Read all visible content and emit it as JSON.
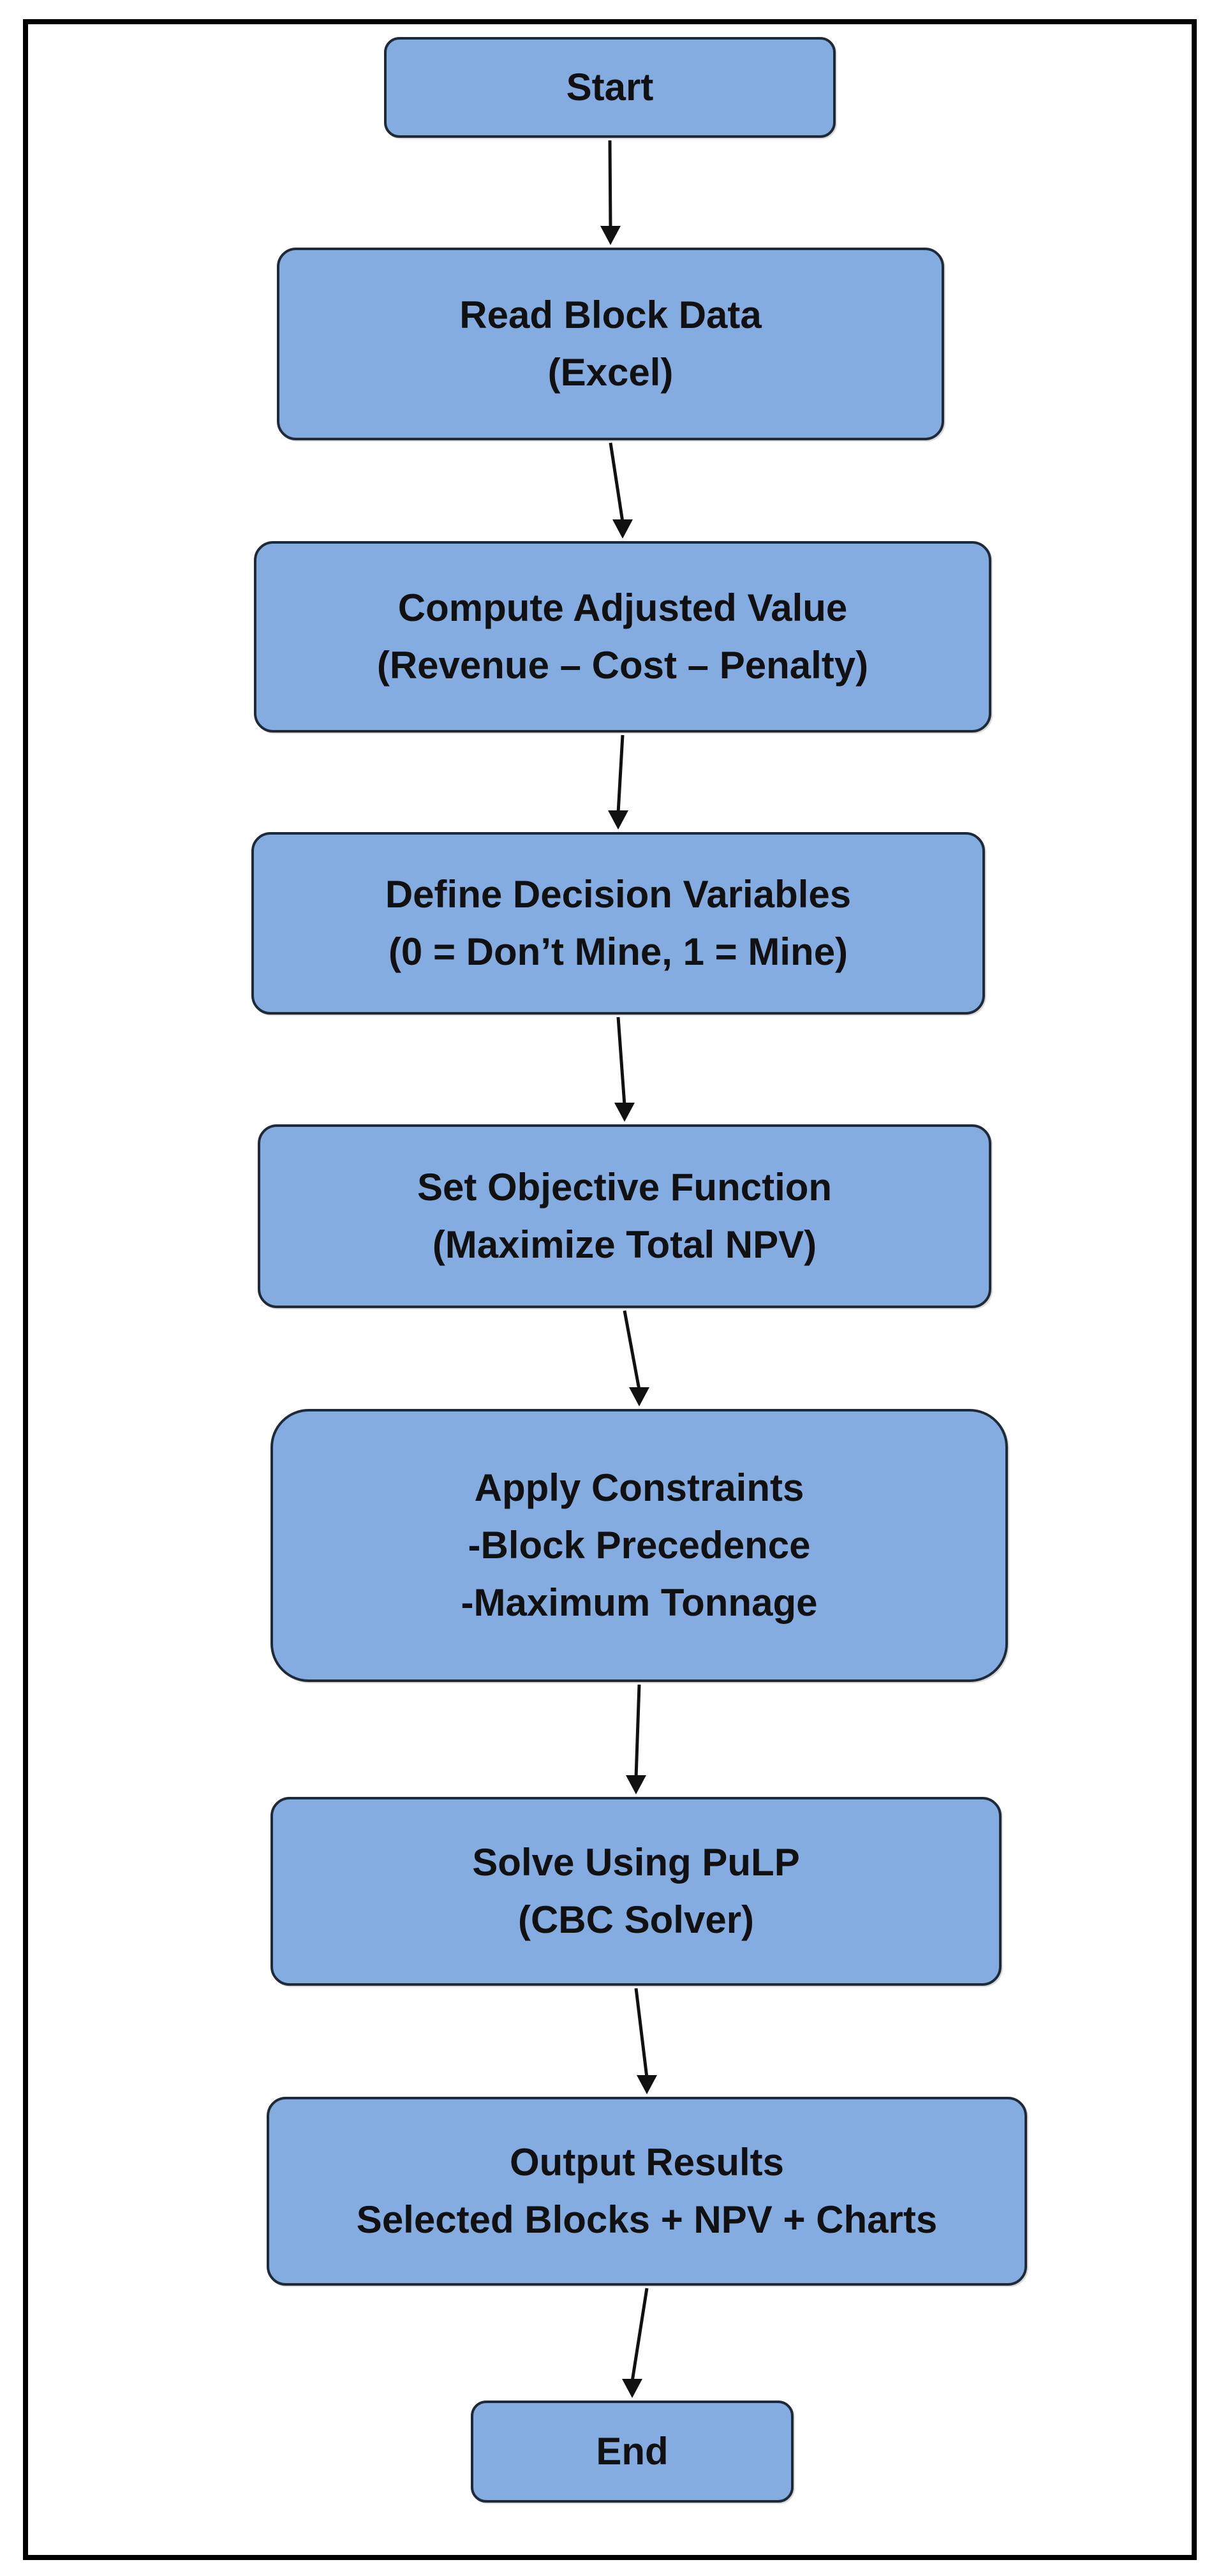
{
  "flowchart": {
    "nodes": [
      {
        "id": "start",
        "lines": [
          "Start"
        ]
      },
      {
        "id": "read",
        "lines": [
          "Read Block Data",
          "(Excel)"
        ]
      },
      {
        "id": "compute",
        "lines": [
          "Compute Adjusted Value",
          "(Revenue – Cost – Penalty)"
        ]
      },
      {
        "id": "define",
        "lines": [
          "Define Decision Variables",
          "(0 = Don’t Mine, 1 = Mine)"
        ]
      },
      {
        "id": "set",
        "lines": [
          "Set Objective Function",
          "(Maximize Total NPV)"
        ]
      },
      {
        "id": "apply",
        "lines": [
          "Apply Constraints",
          "-Block Precedence",
          "-Maximum Tonnage"
        ]
      },
      {
        "id": "solve",
        "lines": [
          "Solve Using PuLP",
          "(CBC Solver)"
        ]
      },
      {
        "id": "output",
        "lines": [
          "Output Results",
          "Selected Blocks + NPV + Charts"
        ]
      },
      {
        "id": "end",
        "lines": [
          "End"
        ]
      }
    ],
    "edges": [
      {
        "from": "start",
        "to": "read"
      },
      {
        "from": "read",
        "to": "compute"
      },
      {
        "from": "compute",
        "to": "define"
      },
      {
        "from": "define",
        "to": "set"
      },
      {
        "from": "set",
        "to": "apply"
      },
      {
        "from": "apply",
        "to": "solve"
      },
      {
        "from": "solve",
        "to": "output"
      },
      {
        "from": "output",
        "to": "end"
      }
    ]
  },
  "colors": {
    "node_fill": "#85ace1",
    "node_border": "#1e2a38",
    "arrow": "#111111",
    "frame": "#000000"
  }
}
